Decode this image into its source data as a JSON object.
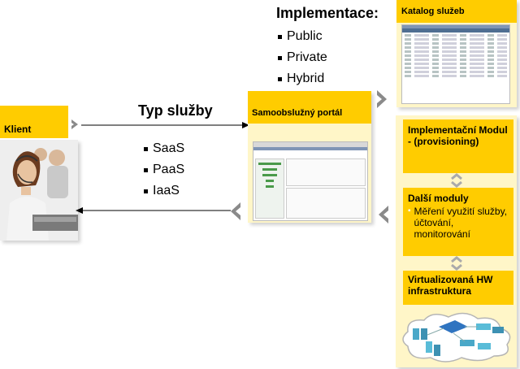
{
  "client": {
    "label": "Klient"
  },
  "service_type": {
    "title": "Typ služby",
    "items": [
      "SaaS",
      "PaaS",
      "IaaS"
    ]
  },
  "implementation": {
    "title": "Implementace:",
    "items": [
      "Public",
      "Private",
      "Hybrid"
    ]
  },
  "catalog": {
    "label": "Katalog služeb"
  },
  "portal": {
    "label": "Samoobslužný portál"
  },
  "modules": {
    "provisioning": "Implementační Modul - (provisioning)",
    "other_title": "Další moduly",
    "other_bullet": "Měření využití služby, účtování, monitorování",
    "hw": "Virtualizovaná HW infrastruktura"
  },
  "colors": {
    "accent": "#ffcc00",
    "chevron": "#888888",
    "panel_bg": "#fff6c8"
  }
}
